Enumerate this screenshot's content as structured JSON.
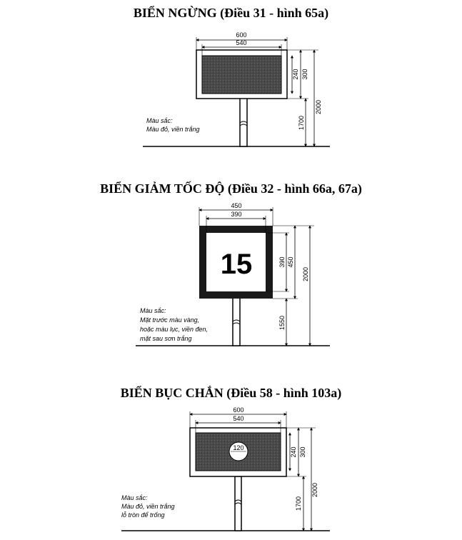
{
  "stop_sign": {
    "title": "BIỂN NGỪNG (Điều 31 - hình 65a)",
    "dims": {
      "outer_width": "600",
      "inner_width": "540",
      "inner_height": "240",
      "outer_height": "300",
      "total_height": "2000",
      "post_height": "1700"
    },
    "color_note": [
      "Màu sắc:",
      "Màu đỏ, viền trắng"
    ]
  },
  "speed_sign": {
    "title": "BIỂN GIẢM TỐC ĐỘ (Điều 32 - hình 66a, 67a)",
    "number": "15",
    "dims": {
      "outer_width": "450",
      "inner_width": "390",
      "inner_height": "390",
      "outer_height": "450",
      "total_height": "2000",
      "post_height": "1550"
    },
    "color_note": [
      "Màu sắc:",
      "Mặt trước màu vàng,",
      "hoặc màu lục, viền đen,",
      "mặt sau sơn trắng"
    ]
  },
  "buffer_sign": {
    "title": "BIỂN BỤC CHẮN (Điều 58 - hình 103a)",
    "hole_label": "120",
    "dims": {
      "outer_width": "600",
      "inner_width": "540",
      "inner_height": "240",
      "outer_height": "300",
      "total_height": "2000",
      "post_height": "1700"
    },
    "color_note": [
      "Màu sắc:",
      "Màu đỏ, viền trắng",
      "lỗ tròn để trống"
    ]
  },
  "colors": {
    "panel_dark": "#4a4a4a",
    "ink": "#000000"
  }
}
